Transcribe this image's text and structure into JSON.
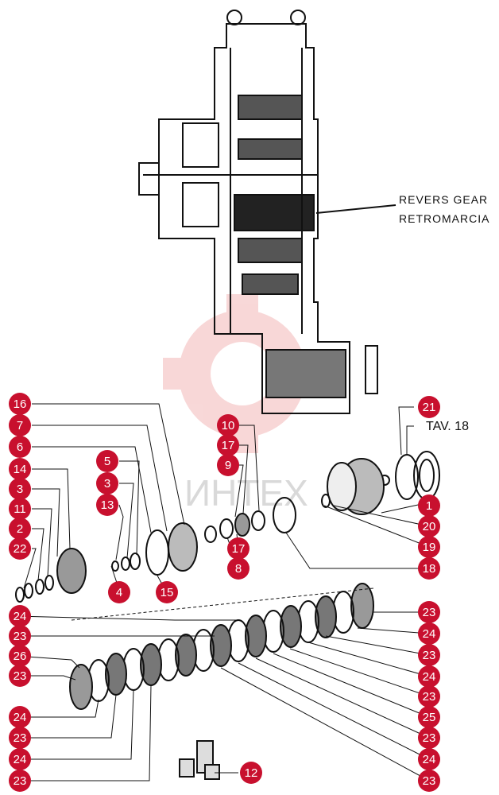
{
  "annotation": {
    "line1": "REVERS GEAR",
    "line2": "RETROMARCIA"
  },
  "table_ref": "TAV. 18",
  "watermark": "ИНТЕХ",
  "colors": {
    "callout": "#c8102e",
    "ink": "#111111",
    "watermark": "#f3b8b8"
  },
  "callouts": [
    {
      "label": "16"
    },
    {
      "label": "7"
    },
    {
      "label": "6"
    },
    {
      "label": "14"
    },
    {
      "label": "3"
    },
    {
      "label": "11"
    },
    {
      "label": "2"
    },
    {
      "label": "22"
    },
    {
      "label": "5"
    },
    {
      "label": "3"
    },
    {
      "label": "13"
    },
    {
      "label": "4"
    },
    {
      "label": "15"
    },
    {
      "label": "10"
    },
    {
      "label": "17"
    },
    {
      "label": "9"
    },
    {
      "label": "17"
    },
    {
      "label": "8"
    },
    {
      "label": "21"
    },
    {
      "label": "1"
    },
    {
      "label": "20"
    },
    {
      "label": "19"
    },
    {
      "label": "18"
    },
    {
      "label": "24"
    },
    {
      "label": "23"
    },
    {
      "label": "26"
    },
    {
      "label": "23"
    },
    {
      "label": "23"
    },
    {
      "label": "24"
    },
    {
      "label": "23"
    },
    {
      "label": "24"
    },
    {
      "label": "23"
    },
    {
      "label": "25"
    },
    {
      "label": "23"
    },
    {
      "label": "24"
    },
    {
      "label": "23"
    },
    {
      "label": "24"
    },
    {
      "label": "23"
    },
    {
      "label": "24"
    },
    {
      "label": "23"
    },
    {
      "label": "12"
    }
  ]
}
